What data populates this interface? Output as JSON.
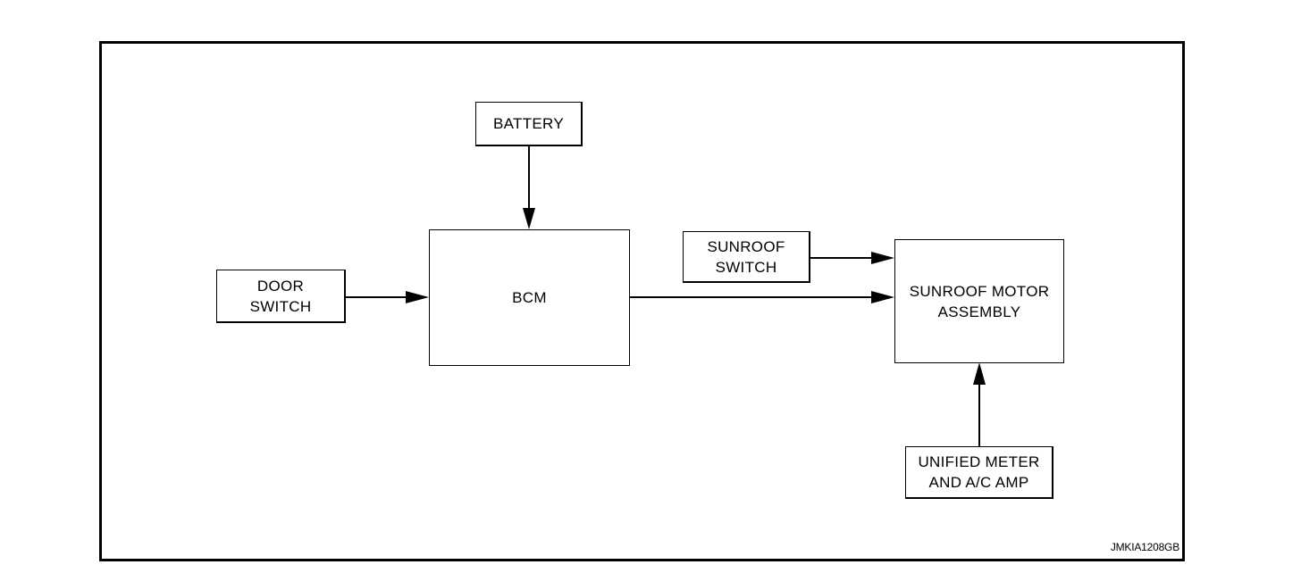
{
  "diagram": {
    "blocks": {
      "battery": "BATTERY",
      "bcm": "BCM",
      "door_switch": "DOOR\nSWITCH",
      "sunroof_switch": "SUNROOF\nSWITCH",
      "sunroof_motor": "SUNROOF MOTOR\nASSEMBLY",
      "unified_meter": "UNIFIED METER\nAND A/C AMP"
    },
    "connections": [
      {
        "from": "BATTERY",
        "to": "BCM"
      },
      {
        "from": "DOOR SWITCH",
        "to": "BCM"
      },
      {
        "from": "BCM",
        "to": "SUNROOF MOTOR ASSEMBLY"
      },
      {
        "from": "SUNROOF SWITCH",
        "to": "SUNROOF MOTOR ASSEMBLY"
      },
      {
        "from": "UNIFIED METER AND A/C AMP",
        "to": "SUNROOF MOTOR ASSEMBLY"
      }
    ],
    "reference_code": "JMKIA1208GB"
  }
}
